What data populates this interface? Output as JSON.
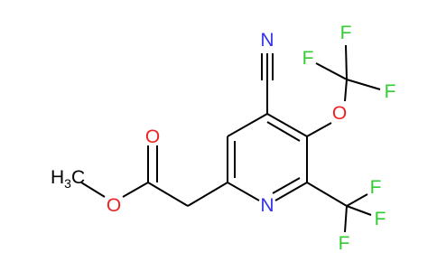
{
  "molecule": {
    "atom_colors": {
      "N": "#3333ee",
      "O": "#ee2222",
      "F": "#33cc33",
      "C": "#000000"
    },
    "atoms": [
      {
        "id": "N_nitrile",
        "element": "N",
        "label": "N"
      },
      {
        "id": "F_a",
        "element": "F",
        "label": "F"
      },
      {
        "id": "F_b",
        "element": "F",
        "label": "F"
      },
      {
        "id": "F_c",
        "element": "F",
        "label": "F"
      },
      {
        "id": "O_ether",
        "element": "O",
        "label": "O"
      },
      {
        "id": "O_carbonyl",
        "element": "O",
        "label": "O"
      },
      {
        "id": "O_ester",
        "element": "O",
        "label": "O"
      },
      {
        "id": "N_ring",
        "element": "N",
        "label": "N"
      },
      {
        "id": "F_d",
        "element": "F",
        "label": "F"
      },
      {
        "id": "F_e",
        "element": "F",
        "label": "F"
      },
      {
        "id": "F_f",
        "element": "F",
        "label": "F"
      },
      {
        "id": "methyl",
        "element": "C",
        "label": "H",
        "subscript": "3",
        "suffix": "C"
      }
    ],
    "bonds": [
      {
        "from": "C4",
        "to": "C_nitrile",
        "order": 1
      },
      {
        "from": "C_nitrile",
        "to": "N_nitrile",
        "order": 3
      },
      {
        "from": "C4",
        "to": "C3",
        "order": 2
      },
      {
        "from": "C3",
        "to": "C2",
        "order": 1
      },
      {
        "from": "C2",
        "to": "N_ring",
        "order": 2
      },
      {
        "from": "N_ring",
        "to": "C6",
        "order": 1
      },
      {
        "from": "C6",
        "to": "C5",
        "order": 2
      },
      {
        "from": "C5",
        "to": "C4",
        "order": 1
      },
      {
        "from": "C3",
        "to": "O_ether",
        "order": 1
      },
      {
        "from": "O_ether",
        "to": "C_ocf3",
        "order": 1
      },
      {
        "from": "C_ocf3",
        "to": "F_a",
        "order": 1
      },
      {
        "from": "C_ocf3",
        "to": "F_b",
        "order": 1
      },
      {
        "from": "C_ocf3",
        "to": "F_c",
        "order": 1
      },
      {
        "from": "C2",
        "to": "C_cf3",
        "order": 1
      },
      {
        "from": "C_cf3",
        "to": "F_d",
        "order": 1
      },
      {
        "from": "C_cf3",
        "to": "F_e",
        "order": 1
      },
      {
        "from": "C_cf3",
        "to": "F_f",
        "order": 1
      },
      {
        "from": "C6",
        "to": "CH2",
        "order": 1
      },
      {
        "from": "CH2",
        "to": "C_carbonyl",
        "order": 1
      },
      {
        "from": "C_carbonyl",
        "to": "O_carbonyl",
        "order": 2
      },
      {
        "from": "C_carbonyl",
        "to": "O_ester",
        "order": 1
      },
      {
        "from": "O_ester",
        "to": "methyl",
        "order": 1
      }
    ]
  }
}
